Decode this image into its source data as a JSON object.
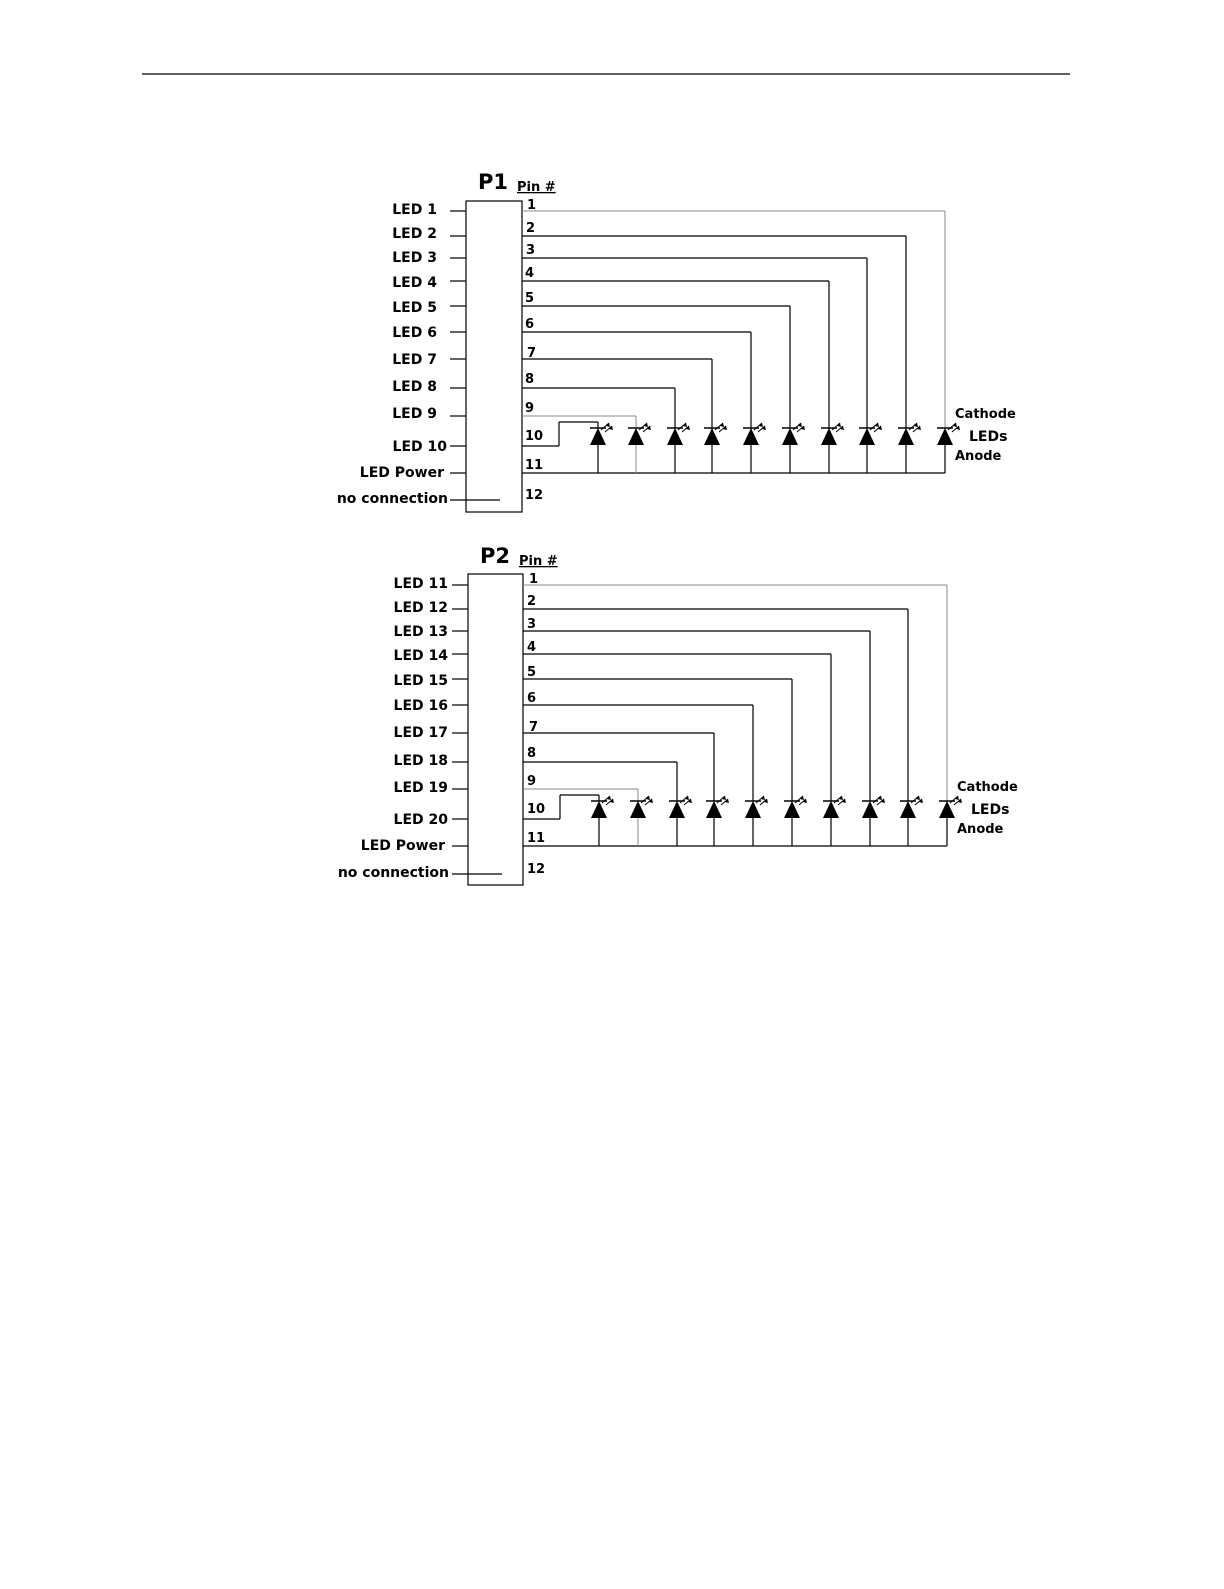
{
  "connectors": [
    {
      "title": "P1",
      "pin_header": "Pin #",
      "signals": [
        "LED 1",
        "LED 2",
        "LED 3",
        "LED 4",
        "LED 5",
        "LED 6",
        "LED 7",
        "LED 8",
        "LED 9",
        "LED 10",
        "LED Power",
        "no connection"
      ],
      "pins": [
        "1",
        "2",
        "3",
        "4",
        "5",
        "6",
        "7",
        "8",
        "9",
        "10",
        "11",
        "12"
      ],
      "cathode_label": "Cathode",
      "leds_label": "LEDs",
      "anode_label": "Anode"
    },
    {
      "title": "P2",
      "pin_header": "Pin #",
      "signals": [
        "LED 11",
        "LED 12",
        "LED 13",
        "LED 14",
        "LED 15",
        "LED 16",
        "LED 17",
        "LED 18",
        "LED 19",
        "LED 20",
        "LED Power",
        "no connection"
      ],
      "pins": [
        "1",
        "2",
        "3",
        "4",
        "5",
        "6",
        "7",
        "8",
        "9",
        "10",
        "11",
        "12"
      ],
      "cathode_label": "Cathode",
      "leds_label": "LEDs",
      "anode_label": "Anode"
    }
  ]
}
